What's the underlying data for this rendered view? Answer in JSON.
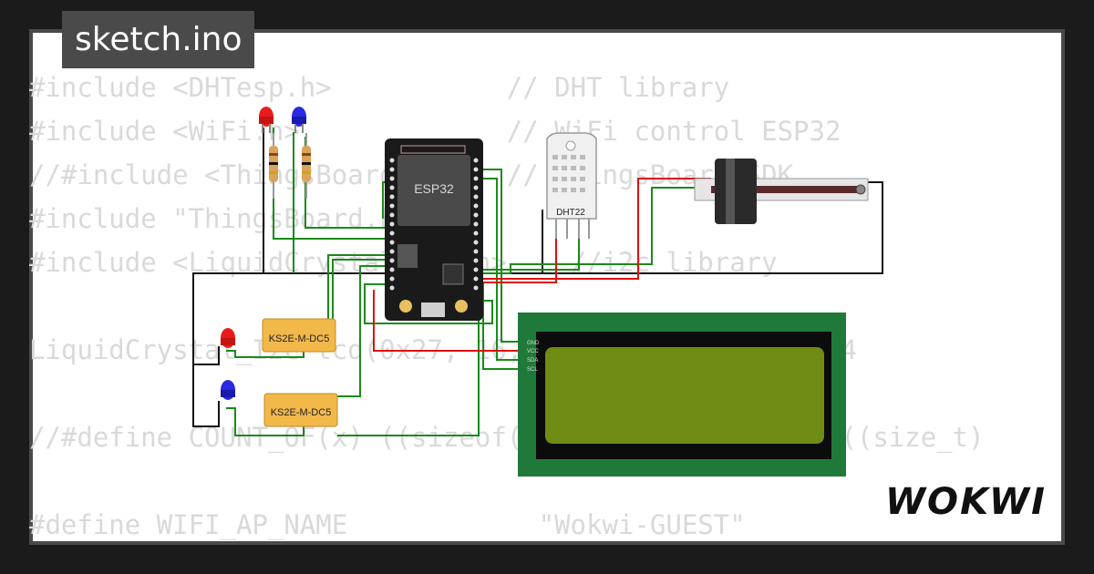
{
  "title": "sketch.ino",
  "brand": "WOKWI",
  "code_lines": [
    "#include <DHTesp.h>           // DHT library",
    "#include <WiFi.h>             // WiFi control ESP32",
    "//#include <ThingsBoard.h>    // ThingsBoard SDK",
    "#include \"ThingsBoard.h\"",
    "#include <LiquidCrystal_I2C.h>    //i2c library",
    "",
    "LiquidCrystal_I2C lcd(0x27, 16, 2);   // 0x27, 20, 4",
    "",
    "//#define COUNT_OF(x) ((sizeof(x)/sizeof(0[x]))) / ((size_t)",
    "",
    "#define WIFI_AP_NAME            \"Wokwi-GUEST\""
  ],
  "esp32": {
    "label": "ESP32"
  },
  "dht": {
    "label": "DHT22"
  },
  "relays": [
    {
      "label": "KS2E-M-DC5"
    },
    {
      "label": "KS2E-M-DC5"
    }
  ],
  "lcd_pins": [
    "GND",
    "VCC",
    "SDA",
    "SCL"
  ],
  "colors": {
    "background": "#1b1b1b",
    "card": "#ffffff",
    "code_text": "#d9d9d9",
    "wire_green": "#1a8a1a",
    "wire_red": "#e01010",
    "wire_black": "#111111",
    "lcd_board": "#1f7a3a",
    "lcd_screen": "#6f8c14"
  }
}
